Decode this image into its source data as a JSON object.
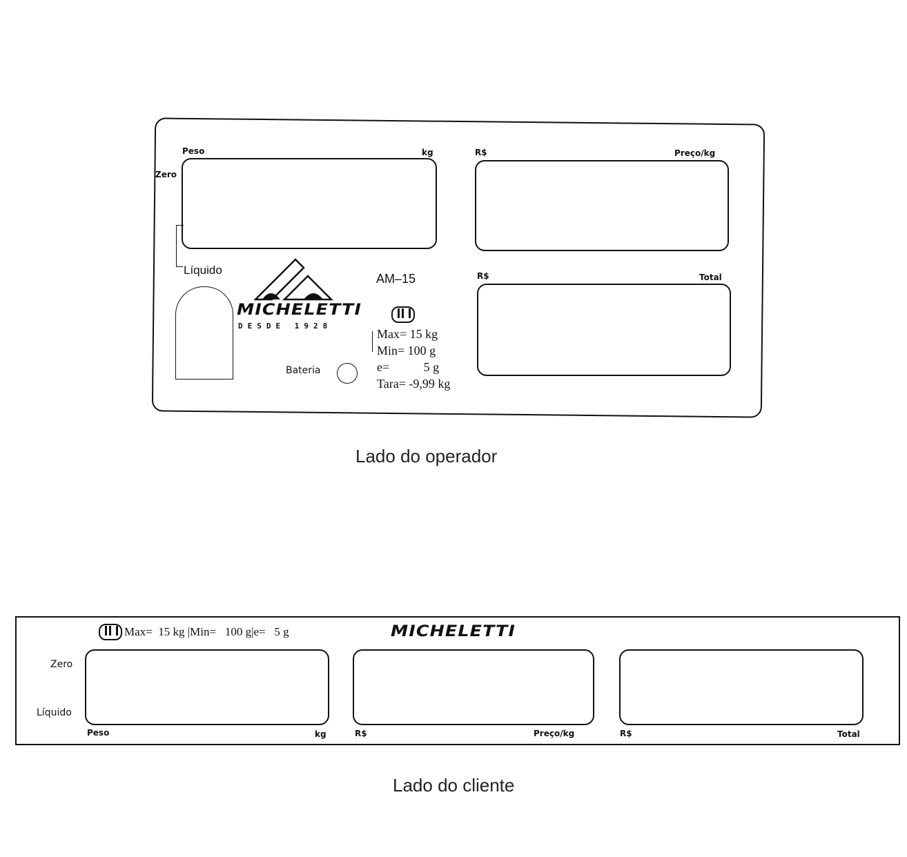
{
  "operator": {
    "peso_label": "Peso",
    "kg_label": "kg",
    "zero_label": "Zero",
    "liquido_label": "Líquido",
    "rs_label_1": "R$",
    "preco_label": "Preço/kg",
    "rs_label_2": "R$",
    "total_label": "Total",
    "model": "AM–15",
    "brand": "MICHELETTI",
    "brand_sub": "DESDE 1928",
    "specs": {
      "max": "Max=  15 kg",
      "min": "Min=   100 g",
      "e": "e=           5 g",
      "tara": "Tara=  -9,99 kg"
    },
    "battery_label": "Bateria",
    "caption": "Lado do operador"
  },
  "client": {
    "specs_line": "Max=  15 kg |Min=   100 g|e=   5 g",
    "brand": "MICHELETTI",
    "zero_label": "Zero",
    "liquido_label": "Líquido",
    "peso_label": "Peso",
    "kg_label": "kg",
    "rs_label_1": "R$",
    "preco_label": "Preço/kg",
    "rs_label_2": "R$",
    "total_label": "Total",
    "caption": "Lado do cliente"
  }
}
